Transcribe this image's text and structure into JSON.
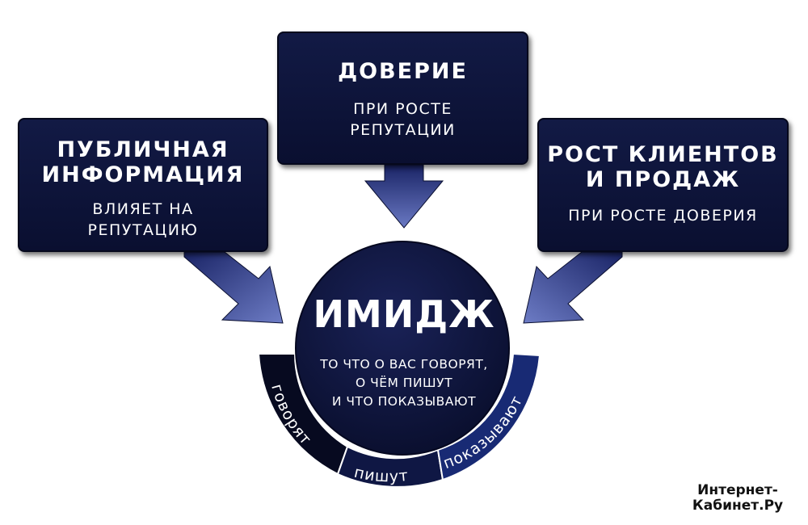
{
  "boxes": {
    "left": {
      "title": "ПУБЛИЧНАЯ\nИНФОРМАЦИЯ",
      "subtitle": "ВЛИЯЕТ НА\nРЕПУТАЦИЮ"
    },
    "top": {
      "title": "ДОВЕРИЕ",
      "subtitle": "ПРИ РОСТЕ\nРЕПУТАЦИИ"
    },
    "right": {
      "title": "РОСТ КЛИЕНТОВ\nИ ПРОДАЖ",
      "subtitle": "ПРИ РОСТЕ ДОВЕРИЯ"
    }
  },
  "center": {
    "title": "ИМИДЖ",
    "description": "ТО ЧТО О ВАС ГОВОРЯТ,\nО ЧЁМ ПИШУТ\nИ ЧТО ПОКАЗЫВАЮТ"
  },
  "ring_segments": {
    "left": "говорят",
    "middle": "пишут",
    "right": "показывают"
  },
  "watermark": "Интернет-\nКабинет.Ру",
  "colors": {
    "box_bg": "#0f163c",
    "circle_bg": "#0c1238",
    "ring_dark": "#080c26",
    "ring_light": "#17286c",
    "arrow_light": "#6a79c3",
    "arrow_dark": "#1a2466"
  }
}
